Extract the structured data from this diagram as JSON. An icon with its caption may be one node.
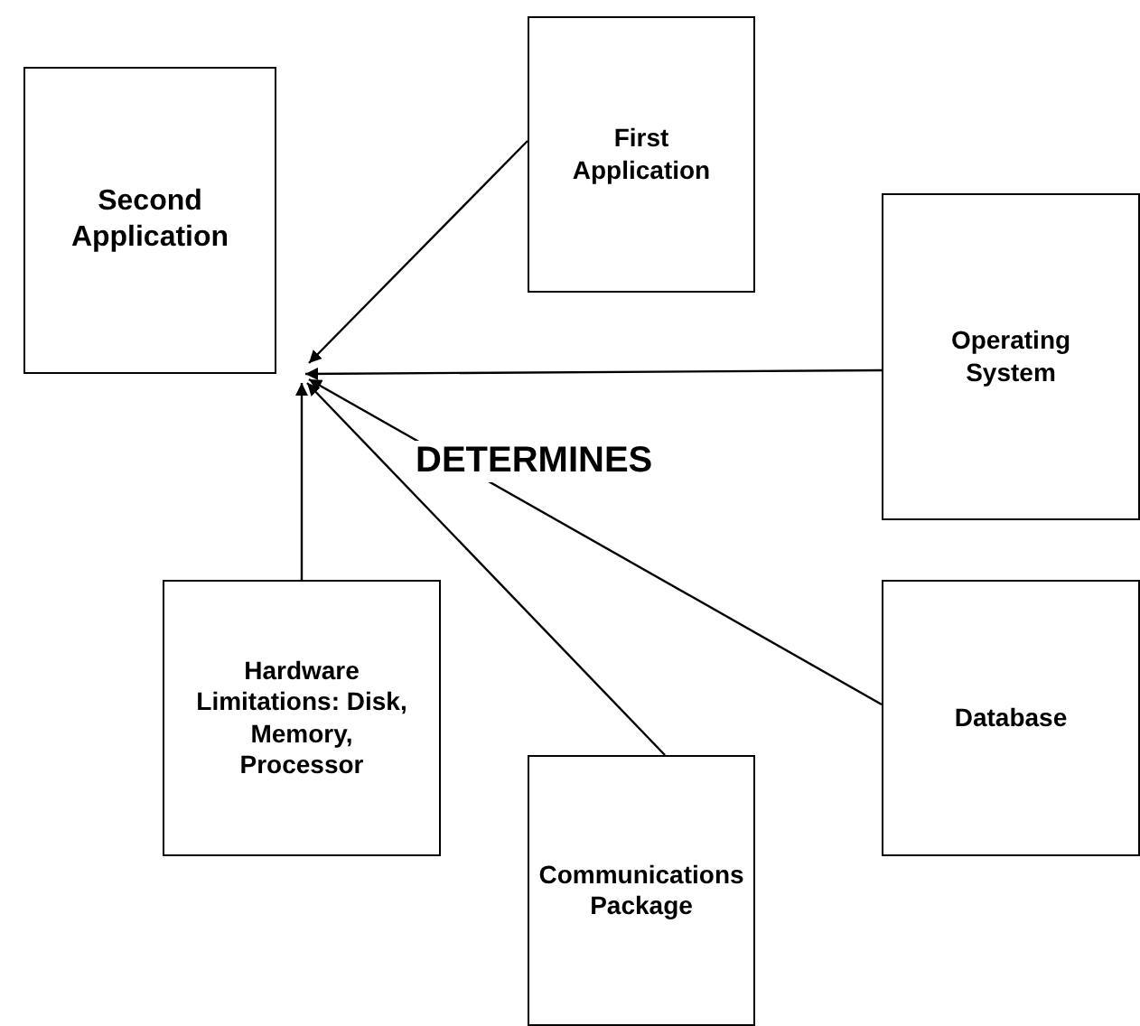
{
  "diagram": {
    "nodes": [
      {
        "text": [
          "Second Application"
        ]
      },
      {
        "text": [
          "First Application"
        ]
      },
      {
        "text": [
          "Operating System"
        ]
      },
      {
        "text": [
          "Hardware Limitations: Disk, Memory, Processor"
        ]
      },
      {
        "text": [
          "Database"
        ]
      },
      {
        "text": [
          "Communications Package"
        ]
      }
    ],
    "edges": [
      {
        "from": 1,
        "to": 0,
        "arrow": "to"
      },
      {
        "from": 2,
        "to": 0,
        "arrow": "to"
      },
      {
        "from": 3,
        "to": 0,
        "arrow": "to"
      },
      {
        "from": 5,
        "to": 0,
        "arrow": "to"
      },
      {
        "from": 4,
        "to": 0,
        "arrow": "to"
      }
    ],
    "labels": [
      "DETERMINES"
    ]
  }
}
